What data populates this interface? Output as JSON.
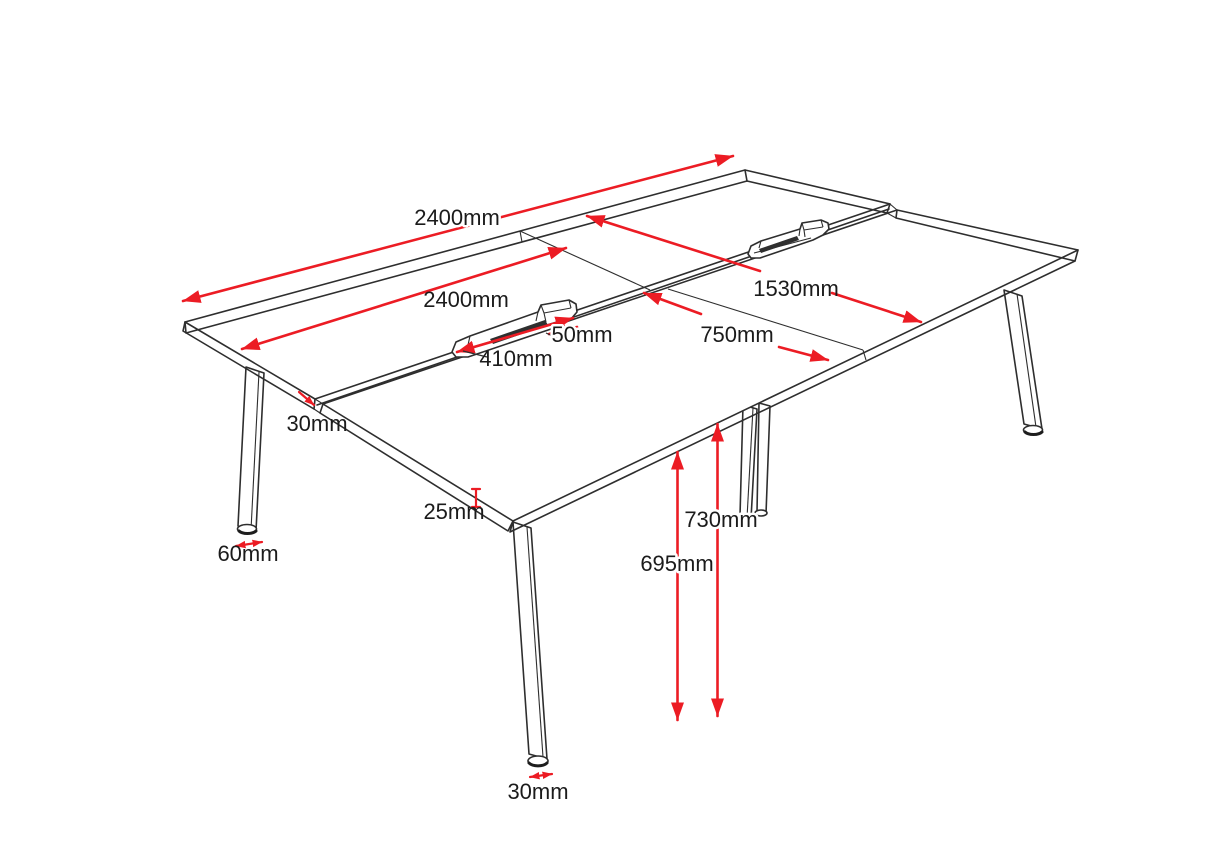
{
  "diagram": {
    "name": "bench-desk-dimension-drawing",
    "description": "Isometric line drawing of a 4-person back-to-back bench desk with red dimension annotations",
    "colors": {
      "dimension_accent": "#ec1c24",
      "line": "#2e2e2e",
      "background": "#ffffff"
    }
  },
  "dims": {
    "overall_length": {
      "label": "2400mm",
      "meaning": "overall desktop run length (top arrow)"
    },
    "desktop_length": {
      "label": "2400mm",
      "meaning": "desktop length (on surface)"
    },
    "overall_depth": {
      "label": "1530mm",
      "meaning": "overall bench depth"
    },
    "desktop_depth": {
      "label": "750mm",
      "meaning": "single desktop depth"
    },
    "port_width": {
      "label": "50mm",
      "meaning": "cable port width"
    },
    "port_length": {
      "label": "410mm",
      "meaning": "cable port length"
    },
    "spine_gap": {
      "label": "30mm",
      "meaning": "central spine gap"
    },
    "top_thickness": {
      "label": "25mm",
      "meaning": "desktop thickness"
    },
    "foot_width": {
      "label": "60mm",
      "meaning": "leg foot width"
    },
    "underside_height": {
      "label": "695mm",
      "meaning": "clearance under desktop"
    },
    "overall_height": {
      "label": "730mm",
      "meaning": "overall desk height"
    },
    "leg_width": {
      "label": "30mm",
      "meaning": "leg width at floor"
    }
  }
}
